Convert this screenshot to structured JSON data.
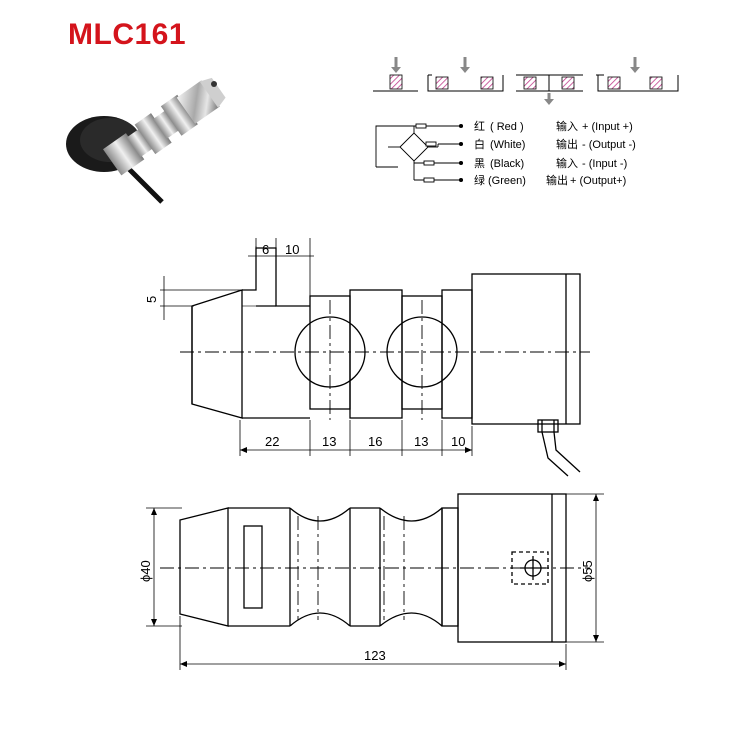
{
  "title": "MLC161",
  "colors": {
    "title": "#d4141c",
    "load_hatch": "#c03a8a",
    "line": "#000000"
  },
  "wiring": {
    "rows": [
      {
        "color_cn": "红",
        "color_en": "( Red )",
        "func_cn": "输入",
        "func_en": "+ (Input  +)"
      },
      {
        "color_cn": "白",
        "color_en": "(White)",
        "func_cn": "输出",
        "func_en": "- (Output -)"
      },
      {
        "color_cn": "黑",
        "color_en": "(Black)",
        "func_cn": "输入",
        "func_en": "- (Input -)"
      },
      {
        "color_cn": "绿",
        "color_en": "(Green)",
        "func_cn": "输出",
        "func_en": "+ (Output+)"
      }
    ]
  },
  "dimensions": {
    "top_6": "6",
    "top_10": "10",
    "left_5": "5",
    "seg_22": "22",
    "seg_13a": "13",
    "seg_16": "16",
    "seg_13b": "13",
    "seg_10": "10",
    "dia_40": "ϕ40",
    "dia_55": "ϕ55",
    "total_123": "123"
  }
}
